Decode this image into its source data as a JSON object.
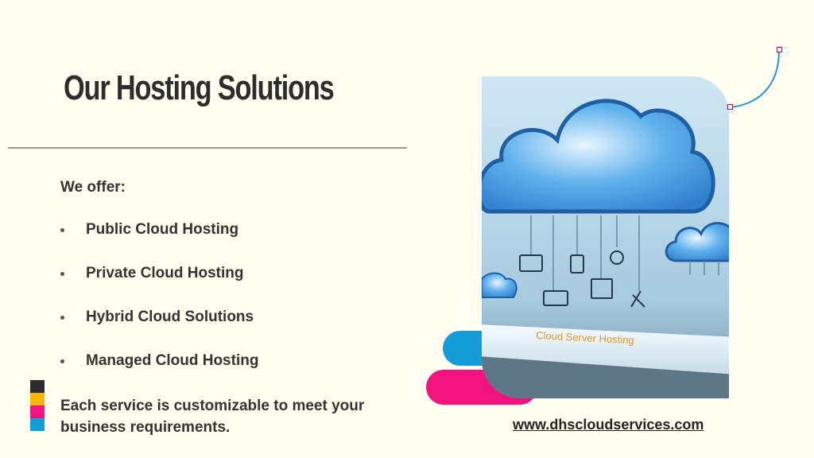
{
  "slide": {
    "title": "Our Hosting Solutions",
    "intro": "We offer:",
    "services": [
      "Public Cloud Hosting",
      "Private Cloud Hosting",
      "Hybrid Cloud Solutions",
      "Managed Cloud Hosting"
    ],
    "footer": "Each service is customizable to meet your business requirements.",
    "website": "www.dhscloudservices.com",
    "image_caption": "Cloud Server Hosting"
  },
  "colors": {
    "background": "#fffef0",
    "swatch_dark": "#2b2b2b",
    "swatch_yellow": "#f5b700",
    "swatch_pink": "#f2137e",
    "swatch_blue": "#149dd6",
    "connector": "#2a96d0",
    "cloud_blue": "#3f9be0"
  }
}
